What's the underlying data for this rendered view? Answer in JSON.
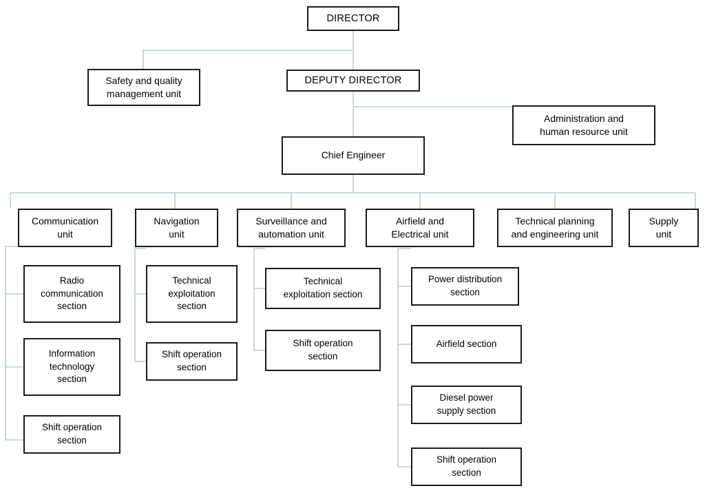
{
  "diagram": {
    "title": "Organizational structure chart",
    "type": "org-chart",
    "connector_color": "#b9ced7",
    "box_border_color": "#1a1a1a",
    "box_fill_color": "#ffffff",
    "text_color": "#000000"
  },
  "nodes": {
    "director": {
      "label": "DIRECTOR"
    },
    "deputy_director": {
      "label": "DEPUTY DIRECTOR"
    },
    "safety_unit": {
      "label": "Safety and quality\nmanagement unit"
    },
    "admin_unit": {
      "label": "Administration and\nhuman resource unit"
    },
    "chief_engineer": {
      "label": "Chief Engineer"
    }
  },
  "units": [
    {
      "id": "communication",
      "label": "Communication\nunit"
    },
    {
      "id": "navigation",
      "label": "Navigation\nunit"
    },
    {
      "id": "surveillance",
      "label": "Surveillance and\nautomation unit"
    },
    {
      "id": "airfield",
      "label": "Airfield and\nElectrical unit"
    },
    {
      "id": "technical-planning",
      "label": "Technical planning\nand engineering unit"
    },
    {
      "id": "supply",
      "label": "Supply\nunit"
    }
  ],
  "sections": {
    "communication": [
      {
        "label": "Radio\ncommunication\nsection"
      },
      {
        "label": "Information\ntechnology\nsection"
      },
      {
        "label": "Shift operation\nsection"
      }
    ],
    "navigation": [
      {
        "label": "Technical\nexploitation\nsection"
      },
      {
        "label": "Shift operation\nsection"
      }
    ],
    "surveillance": [
      {
        "label": "Technical\nexploitation section"
      },
      {
        "label": "Shift operation\nsection"
      }
    ],
    "airfield": [
      {
        "label": "Power distribution\nsection"
      },
      {
        "label": "Airfield section"
      },
      {
        "label": "Diesel power\nsupply section"
      },
      {
        "label": "Shift operation\nsection"
      }
    ]
  }
}
